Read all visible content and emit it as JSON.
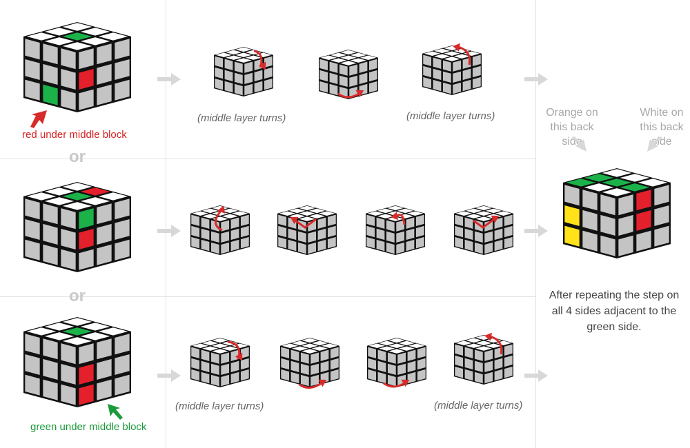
{
  "labels": {
    "red_under": "red under middle block",
    "green_under": "green under middle block",
    "or": "or",
    "middle_layer_turns": "(middle layer turns)",
    "orange_note": "Orange on this back side",
    "white_note": "White on this back side",
    "result_caption": "After repeating the step on all 4 sides adjacent to the green side."
  },
  "colors": {
    "green": "#1bb24a",
    "red": "#e3202b",
    "yellow": "#ffe21a",
    "white": "#ffffff",
    "gray": "#c4c4c4",
    "black": "#111111",
    "arrow_red": "#d82a2a",
    "arrow_gray": "#d8d8d8"
  },
  "cubes": {
    "start_a": {
      "top": [
        "w",
        "w",
        "w",
        "w",
        "g",
        "w",
        "w",
        "w",
        "w"
      ],
      "left": [
        "x",
        "x",
        "x",
        "x",
        "x",
        "x",
        "x",
        "g",
        "x"
      ],
      "right": [
        "x",
        "x",
        "x",
        "r",
        "x",
        "x",
        "x",
        "x",
        "x"
      ]
    },
    "start_b": {
      "top": [
        "w",
        "w",
        "w",
        "w",
        "g",
        "r",
        "w",
        "w",
        "w"
      ],
      "left": [
        "x",
        "x",
        "x",
        "x",
        "x",
        "x",
        "x",
        "x",
        "x"
      ],
      "right": [
        "g",
        "x",
        "x",
        "r",
        "x",
        "x",
        "x",
        "x",
        "x"
      ]
    },
    "start_c": {
      "top": [
        "w",
        "w",
        "w",
        "w",
        "g",
        "w",
        "w",
        "w",
        "w"
      ],
      "left": [
        "x",
        "x",
        "x",
        "x",
        "x",
        "x",
        "x",
        "x",
        "x"
      ],
      "right": [
        "x",
        "x",
        "x",
        "r",
        "x",
        "x",
        "r",
        "x",
        "x"
      ]
    },
    "result": {
      "top": [
        "g",
        "g",
        "w",
        "w",
        "g",
        "w",
        "w",
        "g",
        "w"
      ],
      "left": [
        "x",
        "x",
        "x",
        "y",
        "x",
        "x",
        "y",
        "x",
        "x"
      ],
      "right": [
        "x",
        "r",
        "x",
        "x",
        "r",
        "x",
        "x",
        "x",
        "x"
      ]
    }
  }
}
